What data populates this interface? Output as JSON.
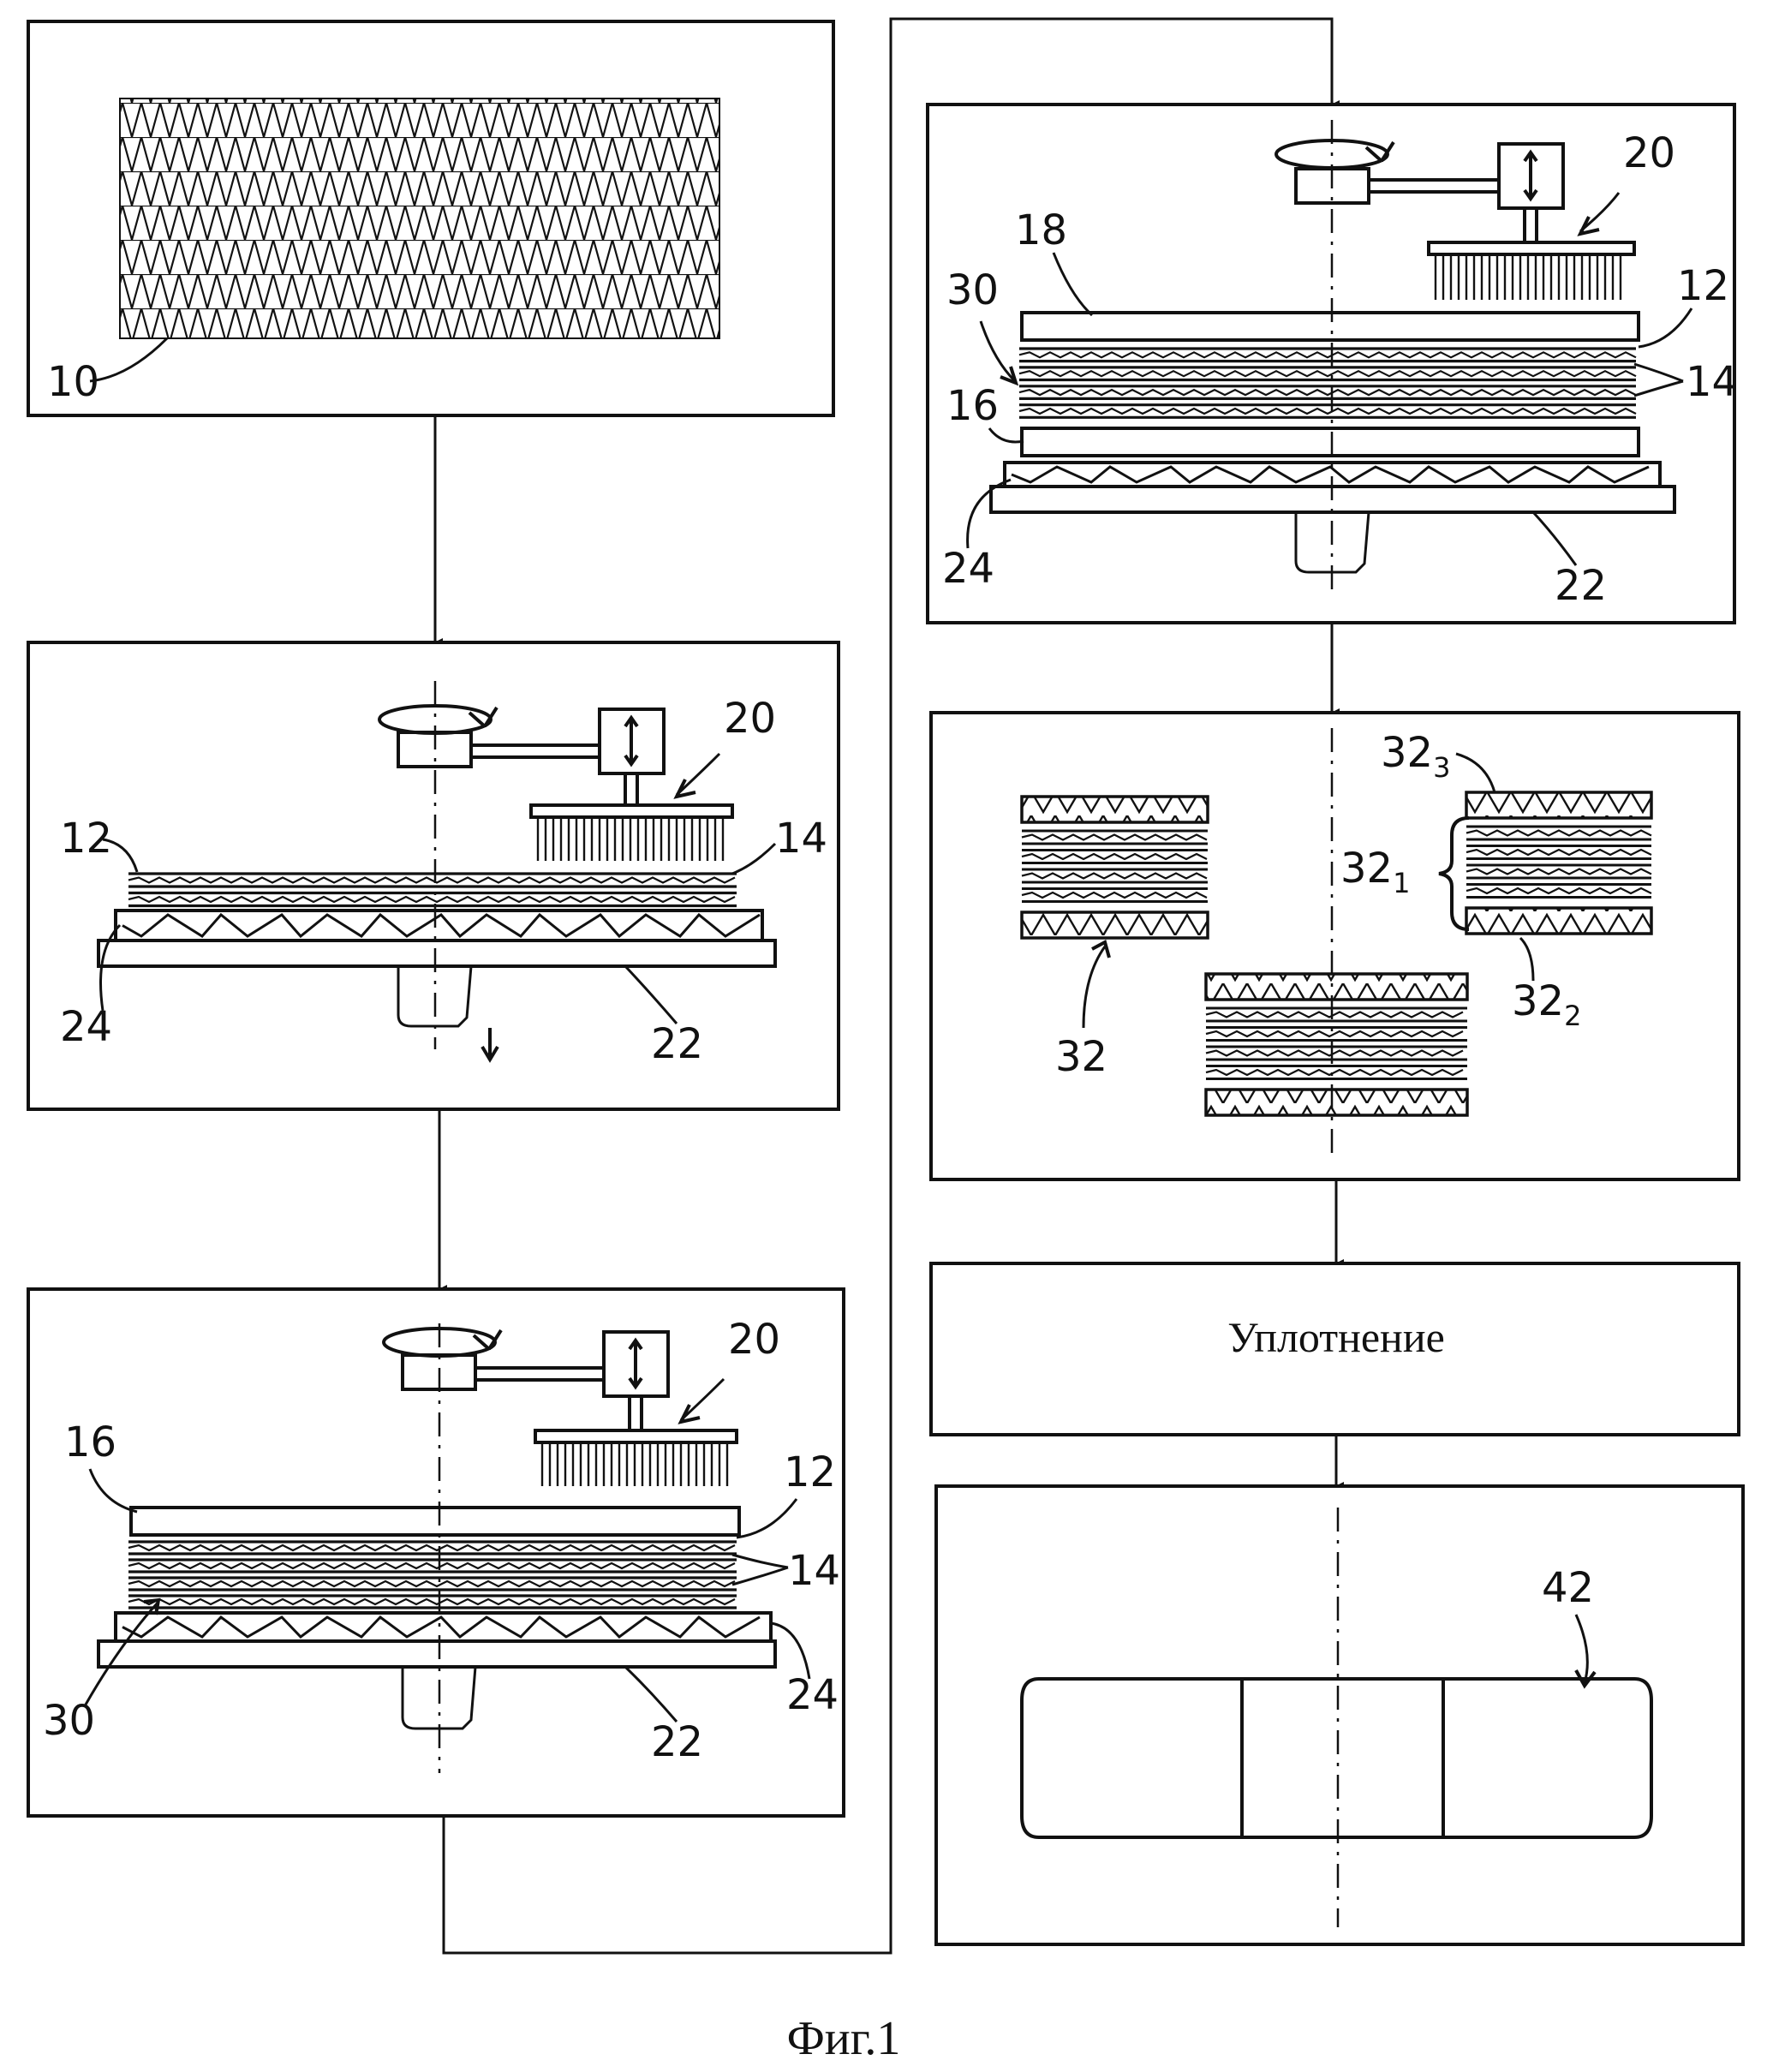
{
  "caption": "Фиг.1",
  "steps": {
    "step1": {
      "labels": {
        "fabric": "10"
      }
    },
    "step2": {
      "labels": {
        "needler": "20",
        "layer": "12",
        "sheets": "14",
        "bed": "24",
        "plate": "22"
      }
    },
    "step3": {
      "labels": {
        "needler": "20",
        "top_layer": "16",
        "layer": "12",
        "sheets": "14",
        "preform": "30",
        "bed": "24",
        "plate": "22"
      }
    },
    "step4": {
      "labels": {
        "needler": "20",
        "top_layer": "18",
        "preform": "30",
        "layer": "12",
        "sheets": "14",
        "lower_layer": "16",
        "bed": "24",
        "plate": "22"
      }
    },
    "step5": {
      "labels": {
        "annular": "32",
        "part3_main": "32",
        "part3_sub": "3",
        "part1_main": "32",
        "part1_sub": "1",
        "part2_main": "32",
        "part2_sub": "2"
      }
    },
    "step6": {
      "text": "Уплотнение"
    },
    "step7": {
      "labels": {
        "disc": "42"
      }
    }
  }
}
